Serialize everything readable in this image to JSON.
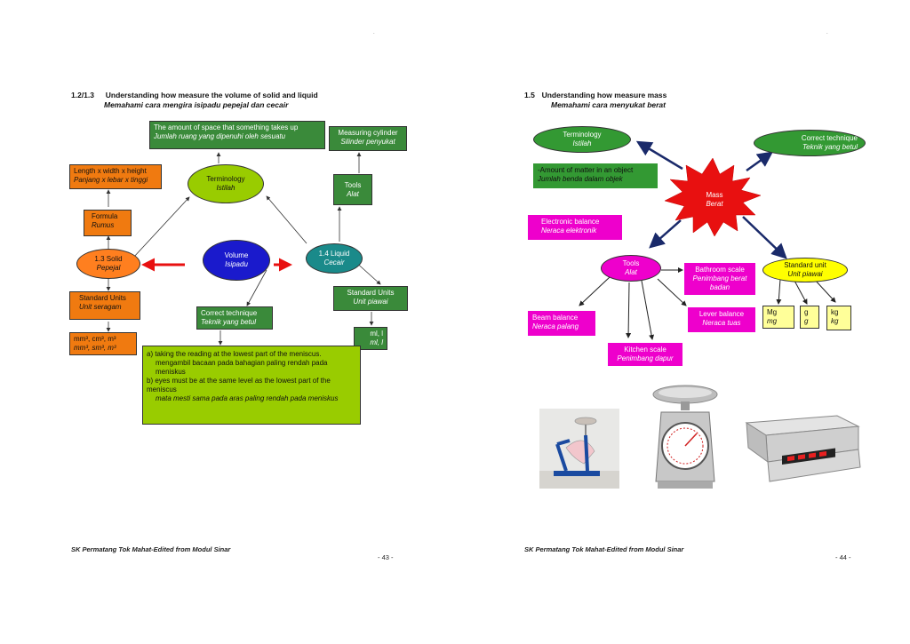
{
  "left": {
    "dot": ".",
    "title": {
      "number": "1.2/1.3",
      "en": "Understanding how measure the volume of solid and liquid",
      "ms": "Memahami cara mengira isipadu pepejal dan cecair"
    },
    "definition": {
      "en": "The amount of space that something takes up",
      "ms": "Jumlah ruang yang dipenuhi oleh sesuatu"
    },
    "measuring_cylinder": {
      "en": "Measuring cylinder",
      "ms": "Silinder penyukat"
    },
    "formula_text": {
      "en": "Length x width x height",
      "ms": "Panjang x lebar x tinggi"
    },
    "terminology": {
      "en": "Terminology",
      "ms": "Istilah"
    },
    "tools": {
      "en": "Tools",
      "ms": "Alat"
    },
    "formula": {
      "en": "Formula",
      "ms": "Rumus"
    },
    "solid": {
      "en": "1.3 Solid",
      "ms": "Pepejal"
    },
    "volume": {
      "en": "Volume",
      "ms": "Isipadu"
    },
    "liquid": {
      "en": "1.4 Liquid",
      "ms": "Cecair"
    },
    "standard_units_solid": {
      "en": "Standard Units",
      "ms": "Unit seragam"
    },
    "standard_units_liquid": {
      "en": "Standard Units",
      "ms": "Unit piawai"
    },
    "correct_technique": {
      "en": "Correct technique",
      "ms": "Teknik yang betul"
    },
    "units_solid": {
      "en": "mm³, cm³, m³",
      "ms": "mm³, sm³, m³"
    },
    "units_liquid": {
      "en": "ml, l",
      "ms": "ml, l"
    },
    "technique_text": {
      "a_en": "a) taking the reading at the lowest part of the meniscus.",
      "a_ms": "mengambil bacaan pada bahagian paling rendah pada meniskus",
      "b_en": "b) eyes must be at the same level as the lowest part of the meniscus",
      "b_ms": "mata mesti sama pada aras paling rendah pada meniskus"
    },
    "footer": "SK Permatang Tok Mahat-Edited from Modul Sinar",
    "page_number": "- 43 -"
  },
  "right": {
    "dot": ".",
    "title": {
      "number": "1.5",
      "en": "Understanding how measure mass",
      "ms": "Memahami cara menyukat berat"
    },
    "terminology": {
      "en": "Terminology",
      "ms": "Istilah"
    },
    "correct_technique": {
      "en": "Correct technique",
      "ms": "Teknik yang betul"
    },
    "definition": {
      "en": "-Amount of matter in an object",
      "ms": "Jumlah benda dalam objek"
    },
    "mass": {
      "en": "Mass",
      "ms": "Berat"
    },
    "electronic_balance": {
      "en": "Electronic balance",
      "ms": "Neraca elektronik"
    },
    "tools": {
      "en": "Tools",
      "ms": "Alat"
    },
    "bathroom_scale": {
      "en": "Bathroom scale",
      "ms": "Penimbang berat badan"
    },
    "standard_unit": {
      "en": "Standard unit",
      "ms": "Unit piawai"
    },
    "beam_balance": {
      "en": "Beam balance",
      "ms": "Neraca palang"
    },
    "lever_balance": {
      "en": "Lever balance",
      "ms": "Neraca tuas"
    },
    "kitchen_scale": {
      "en": "Kitchen scale",
      "ms": "Penimbang dapur"
    },
    "unit_mg": {
      "en": "Mg",
      "ms": "mg"
    },
    "unit_g": {
      "en": "g",
      "ms": "g"
    },
    "unit_kg": {
      "en": "kg",
      "ms": "kg"
    },
    "footer": "SK Permatang Tok Mahat-Edited from Modul Sinar",
    "page_number": "- 44 -"
  },
  "colors": {
    "green_dark": "#3a8a3a",
    "lime": "#99cc00",
    "orange": "#f07a10",
    "orange_fill": "#ff7f1f",
    "teal": "#1a8a8a",
    "blue": "#1a1acc",
    "red": "#e81010",
    "magenta": "#ee00cc",
    "yellow": "#ffff00",
    "yellow_light": "#ffff99",
    "green_right": "#339933"
  }
}
